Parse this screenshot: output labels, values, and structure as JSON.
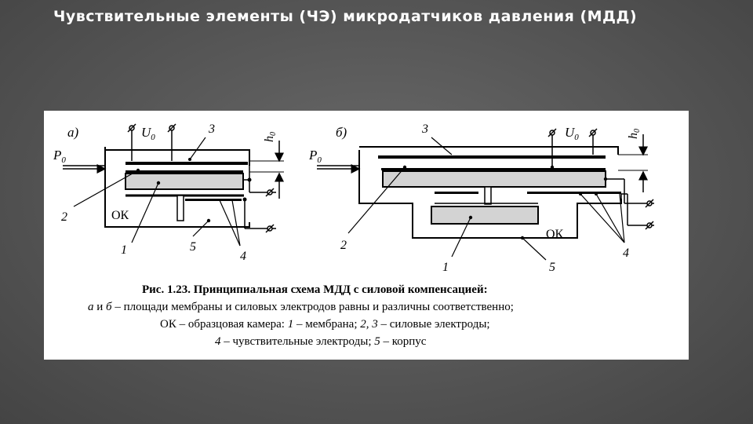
{
  "slide": {
    "title": "Чувствительные элементы (ЧЭ) микродатчиков давления (МДД)"
  },
  "figure": {
    "a": {
      "label": "а)",
      "pressure": "P",
      "pressure_sub": "0",
      "voltage": "U",
      "voltage_sub": "0",
      "gap": "h",
      "gap_sub": "0",
      "chamber": "ОК",
      "n1": "1",
      "n2": "2",
      "n3": "3",
      "n4": "4",
      "n5": "5"
    },
    "b": {
      "label": "б)",
      "pressure": "P",
      "pressure_sub": "0",
      "voltage": "U",
      "voltage_sub": "0",
      "gap": "h",
      "gap_sub": "0",
      "chamber": "ОК",
      "n1": "1",
      "n2": "2",
      "n3": "3",
      "n4": "4",
      "n5": "5"
    },
    "caption": {
      "title": "Рис. 1.23. Принципиальная схема МДД с силовой компенсацией:",
      "line1_a": "а",
      "line1_and": " и ",
      "line1_b": "б",
      "line1_rest": " – площади мембраны и силовых электродов равны и различны соответственно;",
      "line2_start": "ОК – образцовая камера: ",
      "line2_n1": "1",
      "line2_mid": " – мембрана; ",
      "line2_n23": "2, 3",
      "line2_end": " – силовые электроды;",
      "line3_n4": "4",
      "line3_mid": " – чувствительные электроды; ",
      "line3_n5": "5",
      "line3_end": " – корпус"
    }
  }
}
